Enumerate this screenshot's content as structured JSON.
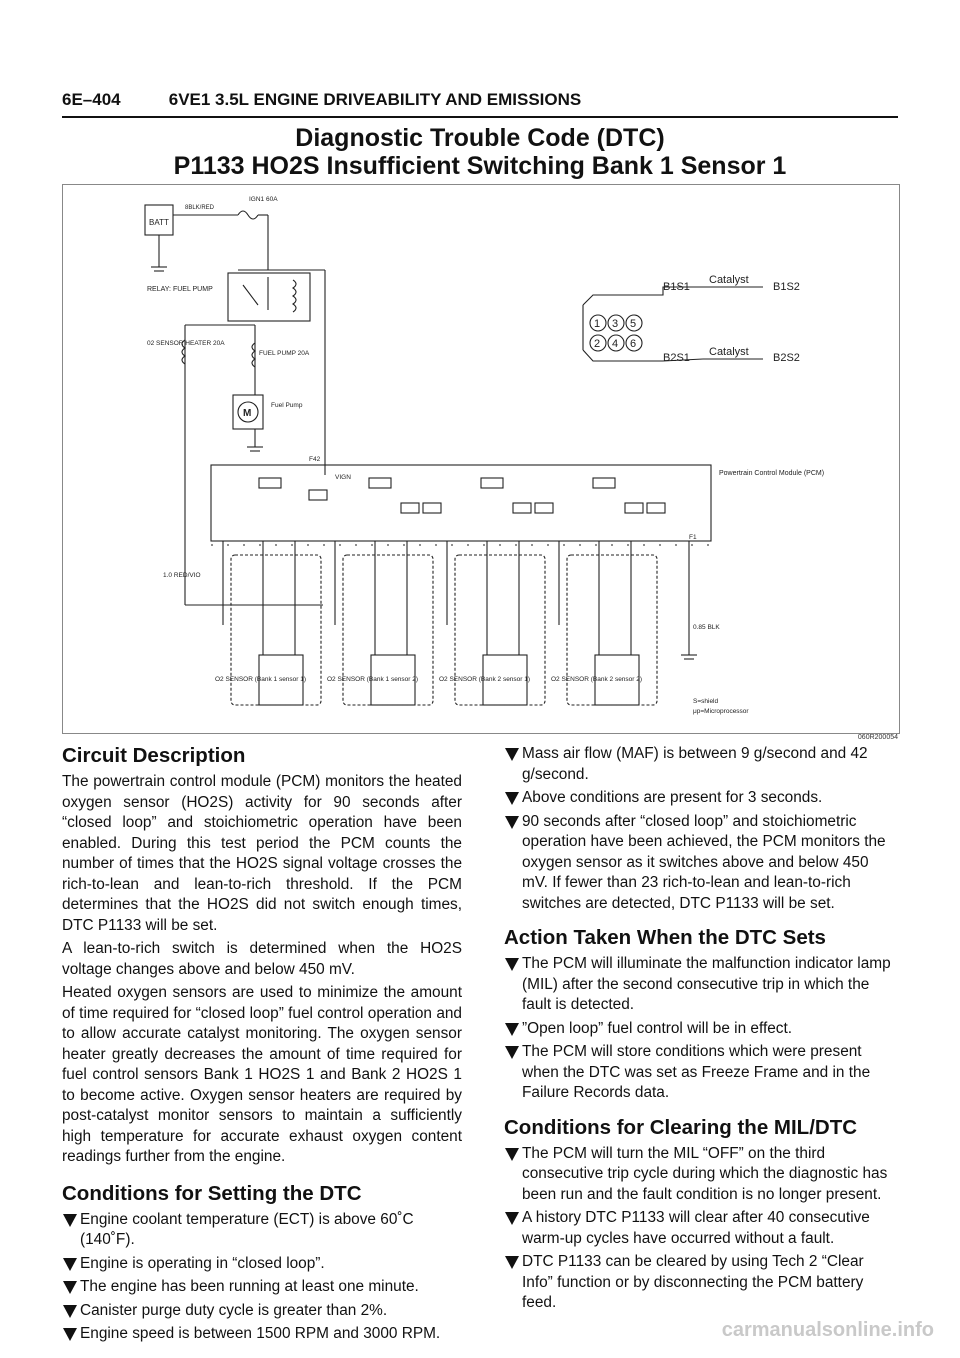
{
  "header": {
    "page_number": "6E–404",
    "section": "6VE1 3.5L ENGINE DRIVEABILITY AND EMISSIONS"
  },
  "title": {
    "line1": "Diagnostic Trouble Code (DTC)",
    "line2": "P1133 HO2S Insufficient Switching Bank 1 Sensor 1"
  },
  "diagram": {
    "code": "060R200054",
    "batt": "BATT",
    "batt_wire": "8BLK/RED",
    "ign": "IGN1 60A",
    "relay": "RELAY: FUEL PUMP",
    "o2_heater": "02 SENSOR HEATER 20A",
    "fuel_pump_fuse": "FUEL PUMP 20A",
    "fuel_pump": "Fuel Pump",
    "pcm": "Powertrain Control Module (PCM)",
    "vign": "VIGN",
    "connector_f42": "F42",
    "connector_f1": "F1",
    "catalyst": "Catalyst",
    "b1s1": "B1S1",
    "b1s2": "B1S2",
    "b2s1": "B2S1",
    "b2s2": "B2S2",
    "cylinders": [
      "1",
      "3",
      "5",
      "2",
      "4",
      "6"
    ],
    "sensors": [
      "O2 SENSOR (Bank 1 sensor 1)",
      "O2 SENSOR (Bank 1 sensor 2)",
      "O2 SENSOR (Bank 2 sensor 1)",
      "O2 SENSOR (Bank 2 sensor 2)"
    ],
    "legend1": "S=shield",
    "legend2": "μp=Microprocessor",
    "ground_wire": "0.85 BLK",
    "vio_wire": "1.0 RED/VIO"
  },
  "left": {
    "circuit_heading": "Circuit Description",
    "circuit_paras": [
      "The powertrain control module (PCM) monitors the heated oxygen sensor (HO2S) activity for 90 seconds after “closed loop” and stoichiometric operation have been enabled. During this test period the PCM counts the number of times that the HO2S signal voltage crosses the rich-to-lean and lean-to-rich threshold. If the PCM determines that the HO2S did not switch enough times, DTC P1133 will be set.",
      "A lean-to-rich switch is determined when the HO2S voltage changes above and below 450 mV.",
      "Heated oxygen sensors are used to minimize the amount of time required for “closed loop” fuel control operation and to allow accurate catalyst monitoring. The oxygen sensor heater greatly decreases the amount of time required for fuel control sensors Bank 1 HO2S 1 and Bank 2 HO2S 1 to become active. Oxygen sensor heaters are required by post-catalyst monitor sensors to maintain a sufficiently high temperature for accurate exhaust oxygen content readings further from the engine."
    ],
    "setting_heading": "Conditions for Setting the DTC",
    "setting_items": [
      "Engine coolant temperature (ECT) is above 60˚C (140˚F).",
      "Engine is operating in “closed loop”.",
      "The engine has been running at least one minute.",
      "Canister purge duty cycle is greater than 2%.",
      "Engine speed is between 1500 RPM and 3000 RPM."
    ]
  },
  "right": {
    "setting_items_cont": [
      "Mass air flow (MAF) is between 9 g/second and 42 g/second.",
      "Above conditions are present for 3 seconds.",
      "90 seconds after “closed loop” and stoichiometric operation have been achieved, the PCM monitors the oxygen sensor as it switches above and below 450 mV. If fewer than 23 rich-to-lean and lean-to-rich switches are detected, DTC P1133 will be set."
    ],
    "action_heading": "Action Taken When the DTC Sets",
    "action_items": [
      "The PCM will illuminate the malfunction indicator lamp (MIL) after the second consecutive trip in which the fault is detected.",
      "”Open loop” fuel control will be in effect.",
      "The PCM will store conditions which were present when the DTC was set as Freeze Frame and in the Failure Records data."
    ],
    "clearing_heading": "Conditions for Clearing the MIL/DTC",
    "clearing_items": [
      "The PCM will turn the MIL “OFF” on the third consecutive trip cycle during which the diagnostic has been run and the fault condition is no longer present.",
      "A history DTC P1133 will clear after 40 consecutive warm-up cycles have occurred without a fault.",
      "DTC P1133 can be cleared by using Tech 2 “Clear Info” function or by disconnecting the PCM battery feed."
    ]
  },
  "watermark": "carmanualsonline.info"
}
